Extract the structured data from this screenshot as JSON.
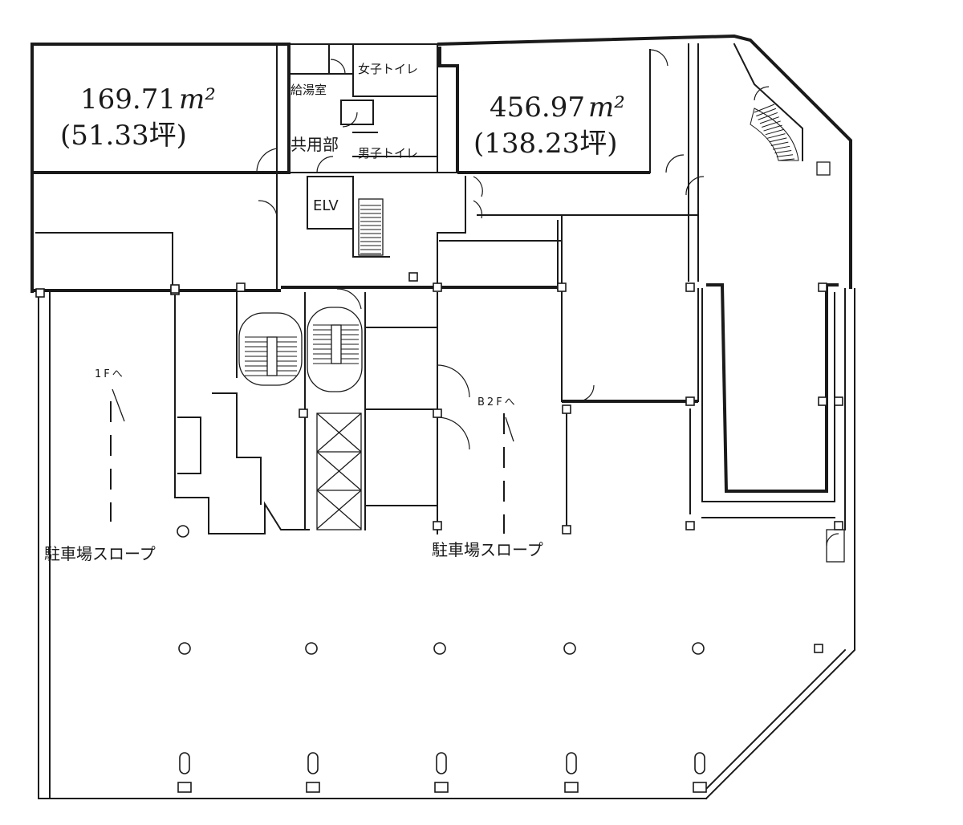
{
  "plan": {
    "tenant_a": {
      "area_m2": "169.71",
      "unit_m2": "m²",
      "area_tsubo": "(51.33坪)"
    },
    "tenant_b": {
      "area_m2": "456.97",
      "unit_m2": "m²",
      "area_tsubo": "(138.23坪)"
    },
    "rooms": {
      "kitchenette": "給湯室",
      "womens_toilet": "女子トイレ",
      "mens_toilet": "男子トイレ",
      "common_area": "共用部",
      "elevator": "ELV"
    },
    "ramps": {
      "up_label": "1Fへ",
      "down_label": "B2Fへ",
      "slope_left": "駐車場スロープ",
      "slope_right": "駐車場スロープ"
    }
  }
}
